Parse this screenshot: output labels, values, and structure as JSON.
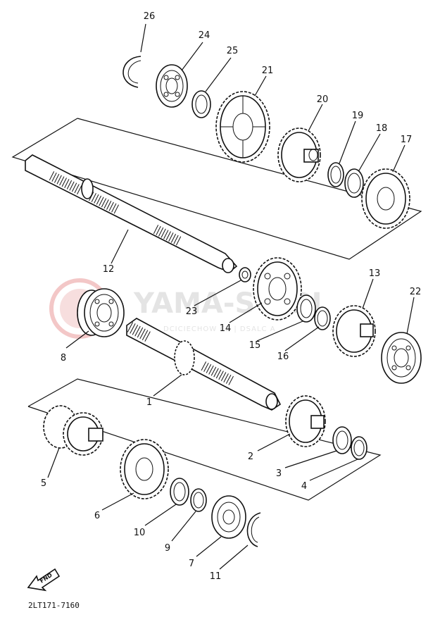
{
  "watermark": {
    "title": "YAMA-S    P.PL",
    "subtitle": "DCICIECHOW CZ | DSALC    A"
  },
  "fnd_label": "FND",
  "diagram_code": "2LT171-7160",
  "callouts": {
    "c1": "1",
    "c2": "2",
    "c3": "3",
    "c4": "4",
    "c5": "5",
    "c6": "6",
    "c7": "7",
    "c8": "8",
    "c9": "9",
    "c10": "10",
    "c11": "11",
    "c12": "12",
    "c13": "13",
    "c14": "14",
    "c15": "15",
    "c16": "16",
    "c17": "17",
    "c18": "18",
    "c19": "19",
    "c20": "20",
    "c21": "21",
    "c22": "22",
    "c23": "23",
    "c24": "24",
    "c25": "25",
    "c26": "26"
  }
}
